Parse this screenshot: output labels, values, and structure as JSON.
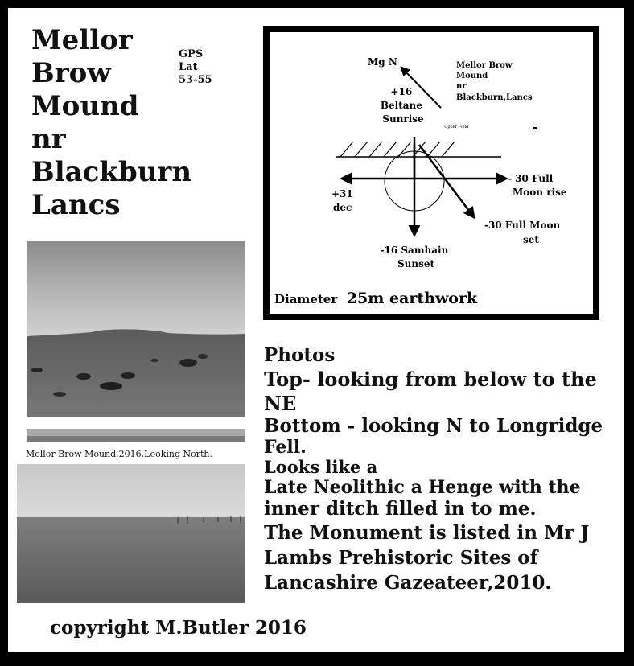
{
  "title_lines": [
    "Mellor",
    "Brow",
    "Mound",
    "nr",
    "Blackburn",
    "Lancs"
  ],
  "gps": {
    "line1": "GPS",
    "line2": "Lat",
    "line3": "53-55"
  },
  "diagram": {
    "north_label": "Mg N",
    "site_lines": [
      "Mellor Brow",
      "Mound",
      "nr",
      "Blackburn,Lancs"
    ],
    "beltane_lines": [
      "+16",
      "Beltane",
      "Sunrise"
    ],
    "upper_field": "Upper Field",
    "moonrise_lines": [
      "- 30 Full",
      "Moon rise"
    ],
    "dec_lines": [
      "+31",
      "dec"
    ],
    "moonset_lines": [
      "-30 Full Moon",
      "set"
    ],
    "samhain_lines": [
      "-16 Samhain",
      "Sunset"
    ],
    "diameter_prefix": "Diameter",
    "diameter_value": "25m earthwork"
  },
  "photo_caption": "Mellor Brow Mound,2016.Looking North.",
  "notes": [
    "Photos",
    "Top- looking from below to the",
    "NE",
    "Bottom - looking N to Longridge",
    "Fell.",
    "Looks like a",
    "Late Neolithic  a Henge with the",
    "inner ditch filled in to me.",
    "The Monument is listed in Mr J",
    "Lambs Prehistoric Sites of",
    "Lancashire Gazeateer,2010."
  ],
  "copyright": "copyright M.Butler 2016"
}
